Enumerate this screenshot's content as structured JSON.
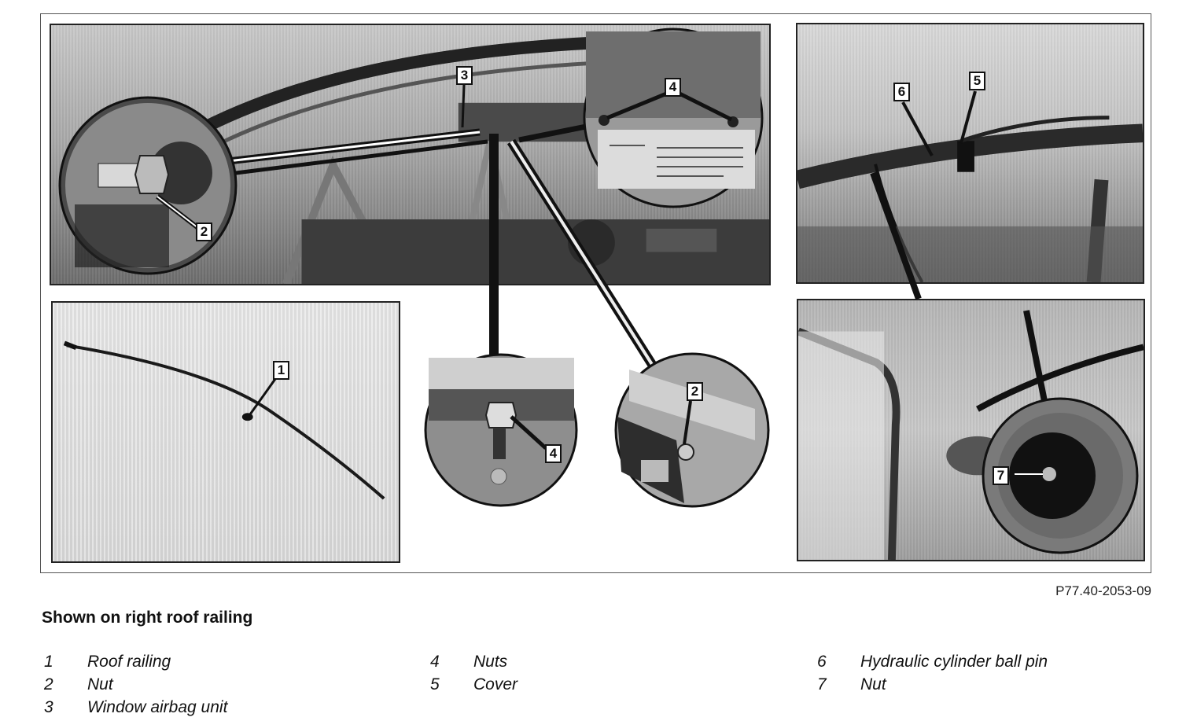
{
  "figure": {
    "callouts": {
      "main_3": "3",
      "main_4": "4",
      "main_2": "2",
      "rail_1": "1",
      "detail_4": "4",
      "detail_2": "2",
      "right_6": "6",
      "right_5": "5",
      "right_7": "7"
    },
    "doc_code": "P77.40-2053-09"
  },
  "caption": "Shown on right roof railing",
  "legend": {
    "col1": [
      {
        "num": "1",
        "label": "Roof railing"
      },
      {
        "num": "2",
        "label": "Nut"
      },
      {
        "num": "3",
        "label": "Window airbag unit"
      }
    ],
    "col2": [
      {
        "num": "4",
        "label": "Nuts"
      },
      {
        "num": "5",
        "label": "Cover"
      }
    ],
    "col3": [
      {
        "num": "6",
        "label": "Hydraulic cylinder ball pin"
      },
      {
        "num": "7",
        "label": "Nut"
      }
    ]
  }
}
